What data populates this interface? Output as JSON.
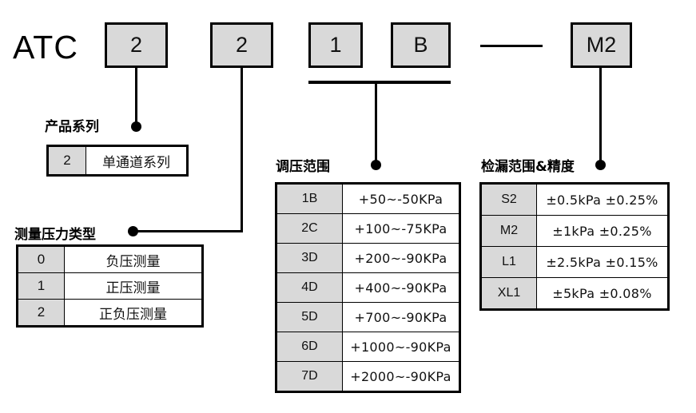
{
  "model_code": {
    "brand": "ATC",
    "segments": [
      {
        "name": "series",
        "value": "2"
      },
      {
        "name": "pressure-type",
        "value": "2"
      },
      {
        "name": "range-first",
        "value": "1"
      },
      {
        "name": "range-second",
        "value": "B"
      },
      {
        "name": "leak",
        "value": "M2"
      }
    ],
    "separator": "—"
  },
  "sections": {
    "series": {
      "caption": "产品系列",
      "rows": [
        {
          "code": "2",
          "label": "单通道系列"
        }
      ]
    },
    "pressure_type": {
      "caption": "测量压力类型",
      "rows": [
        {
          "code": "0",
          "label": "负压测量"
        },
        {
          "code": "1",
          "label": "正压测量"
        },
        {
          "code": "2",
          "label": "正负压测量"
        }
      ]
    },
    "pressure_range": {
      "caption": "调压范围",
      "rows": [
        {
          "code": "1B",
          "label": "+50~-50KPa"
        },
        {
          "code": "2C",
          "label": "+100~-75KPa"
        },
        {
          "code": "3D",
          "label": "+200~-90KPa"
        },
        {
          "code": "4D",
          "label": "+400~-90KPa"
        },
        {
          "code": "5D",
          "label": "+700~-90KPa"
        },
        {
          "code": "6D",
          "label": "+1000~-90KPa"
        },
        {
          "code": "7D",
          "label": "+2000~-90KPa"
        }
      ]
    },
    "leak_detection": {
      "caption": "检漏范围&精度",
      "rows": [
        {
          "code": "S2",
          "label": "±0.5kPa ±0.25%"
        },
        {
          "code": "M2",
          "label": "±1kPa ±0.25%"
        },
        {
          "code": "L1",
          "label": "±2.5kPa ±0.15%"
        },
        {
          "code": "XL1",
          "label": "±5kPa ±0.08%"
        }
      ]
    }
  },
  "colors": {
    "box_fill": "#d9d9d9",
    "line": "#000000",
    "background": "#ffffff"
  }
}
